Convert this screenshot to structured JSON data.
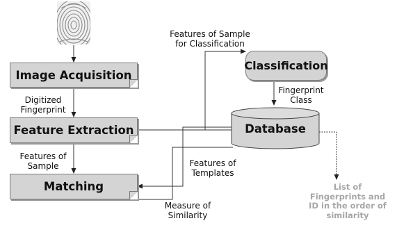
{
  "boxes": {
    "image_acquisition": "Image Acquisition",
    "feature_extraction": "Feature Extraction",
    "matching": "Matching",
    "classification": "Classification",
    "database": "Database"
  },
  "labels": {
    "digitized_line1": "Digitized",
    "digitized_line2": "Fingerprint",
    "features_sample_line1": "Features of",
    "features_sample_line2": "Sample",
    "features_classification_line1": "Features of Sample",
    "features_classification_line2": "for Classification",
    "fingerprint_class_line1": "Fingerprint",
    "fingerprint_class_line2": "Class",
    "features_templates_line1": "Features of",
    "features_templates_line2": "Templates",
    "measure_line1": "Measure of",
    "measure_line2": "Similarity",
    "output_line1": "List of",
    "output_line2": "Fingerprints and",
    "output_line3": "ID in the order of",
    "output_line4": "similarity"
  },
  "icons": {
    "input": "fingerprint-icon"
  },
  "colors": {
    "box_fill": "#d4d4d4",
    "output_text": "#a6a6a6"
  }
}
